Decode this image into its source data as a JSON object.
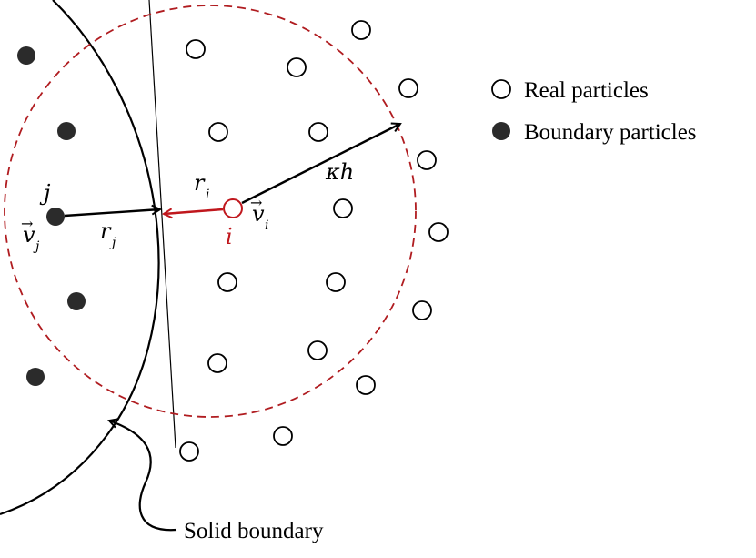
{
  "legend": {
    "real_label": "Real particles",
    "boundary_label": "Boundary particles"
  },
  "labels": {
    "j": "j",
    "i": "i",
    "v": "v",
    "v_sub_j": "j",
    "v_sub_i": "i",
    "r": "r",
    "r_sub_j": "j",
    "r_sub_i": "i",
    "kappa_h": "κh",
    "solid_boundary": "Solid boundary"
  },
  "colors": {
    "ink": "#000000",
    "boundary_particle": "#2b2b2b",
    "highlight": "#c0171d",
    "support_circle": "#b01c20"
  }
}
